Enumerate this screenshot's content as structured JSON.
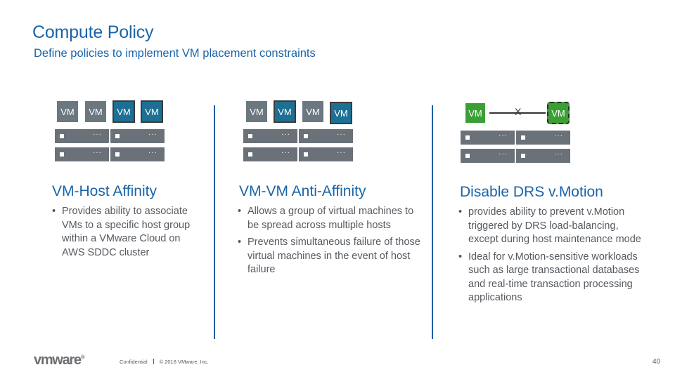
{
  "header": {
    "title": "Compute Policy",
    "subtitle": "Define policies to implement VM placement constraints"
  },
  "vm_label": "VM",
  "host_dots": "···",
  "columns": [
    {
      "heading": "VM-Host Affinity",
      "bullets": [
        "Provides ability to associate VMs to a specific host group within a VMware Cloud on AWS SDDC cluster"
      ]
    },
    {
      "heading": "VM-VM Anti-Affinity",
      "bullets": [
        "Allows a group of virtual machines to be spread across multiple hosts",
        "Prevents simultaneous failure of those virtual machines in the event of host failure"
      ]
    },
    {
      "heading": "Disable DRS v.Motion",
      "bullets": [
        "provides ability to prevent v.Motion triggered by DRS load-balancing, except during host maintenance mode",
        "Ideal for v.Motion-sensitive workloads such as large transactional databases and real-time transaction processing applications"
      ]
    }
  ],
  "diagram3": {
    "blocked_label": "X"
  },
  "footer": {
    "logo": "vmware",
    "logo_mark": "®",
    "confidential": "Confidential",
    "copyright": "© 2018 VMware, Inc.",
    "page_number": "40"
  },
  "colors": {
    "brand_blue": "#1a64a8",
    "vm_gray": "#6b7880",
    "vm_teal": "#1d6f94",
    "vm_green": "#3c9f36",
    "host_gray": "#6b7178"
  }
}
